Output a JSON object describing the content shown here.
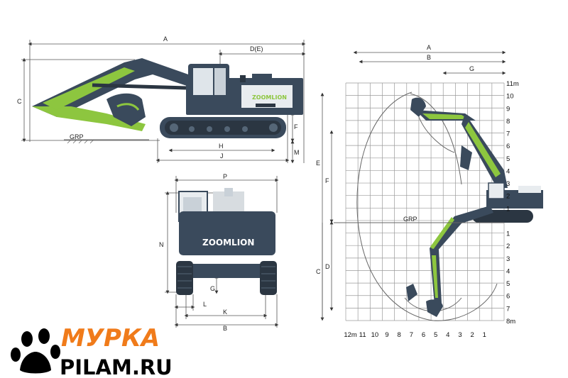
{
  "side_view": {
    "dims": {
      "A": "A",
      "DE": "D(E)",
      "C": "C",
      "F": "F",
      "H": "H",
      "J": "J",
      "M": "M"
    },
    "ground": "GRP",
    "brand": "ZOOMLION"
  },
  "front_view": {
    "dims": {
      "P": "P",
      "N": "N",
      "G": "G",
      "L": "L",
      "K": "K",
      "B": "B"
    },
    "brand": "ZOOMLION"
  },
  "range_chart": {
    "dims": {
      "A": "A",
      "B": "B",
      "G": "G",
      "E": "E",
      "F": "F",
      "C": "C",
      "D": "D"
    },
    "ground": "GRP",
    "y_up_labels": [
      "11m",
      "10",
      "9",
      "8",
      "7",
      "6",
      "5",
      "4",
      "3",
      "2",
      "1"
    ],
    "y_down_labels": [
      "1",
      "2",
      "3",
      "4",
      "5",
      "6",
      "7",
      "8m"
    ],
    "x_labels": [
      "12m",
      "11",
      "10",
      "9",
      "8",
      "7",
      "6",
      "5",
      "4",
      "3",
      "2",
      "1"
    ]
  },
  "watermark": {
    "line1": "МУРКА",
    "line2": "PILAM.RU"
  },
  "colors": {
    "machine": "#3a4a5c",
    "accent": "#8dc63f",
    "watermark": "#f07b1a"
  }
}
